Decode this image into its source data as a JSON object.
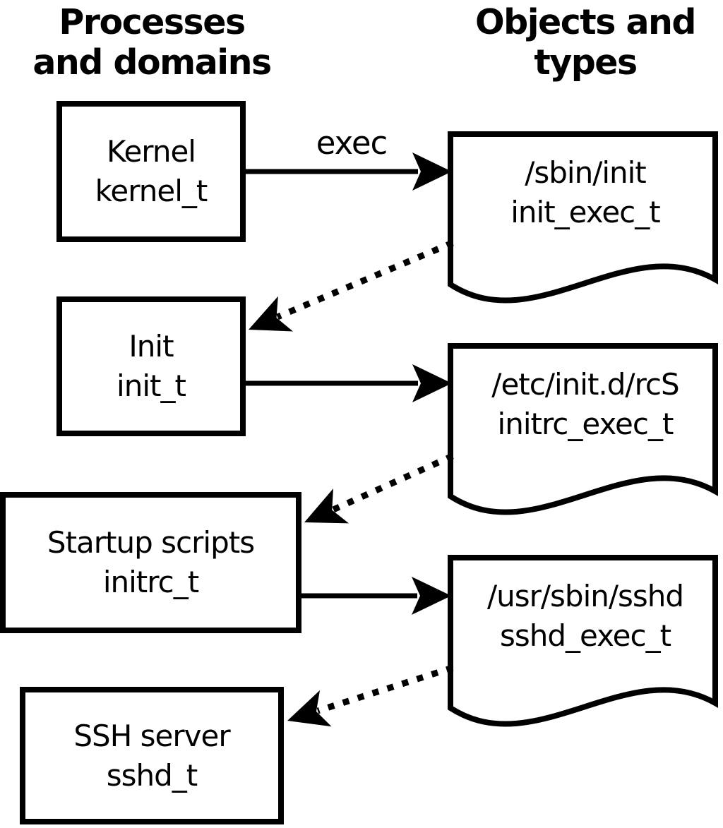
{
  "headers": {
    "processes": {
      "line1": "Processes",
      "line2": "and domains"
    },
    "objects": {
      "line1": "Objects and",
      "line2": "types"
    }
  },
  "process_boxes": [
    {
      "name": "Kernel",
      "domain": "kernel_t"
    },
    {
      "name": "Init",
      "domain": "init_t"
    },
    {
      "name": "Startup scripts",
      "domain": "initrc_t"
    },
    {
      "name": "SSH server",
      "domain": "sshd_t"
    }
  ],
  "object_files": [
    {
      "path": "/sbin/init",
      "type": "init_exec_t"
    },
    {
      "path": "/etc/init.d/rcS",
      "type": "initrc_exec_t"
    },
    {
      "path": "/usr/sbin/sshd",
      "type": "sshd_exec_t"
    }
  ],
  "labels": {
    "exec": "exec"
  },
  "colors": {
    "ink": "#000000",
    "paper": "#ffffff"
  }
}
